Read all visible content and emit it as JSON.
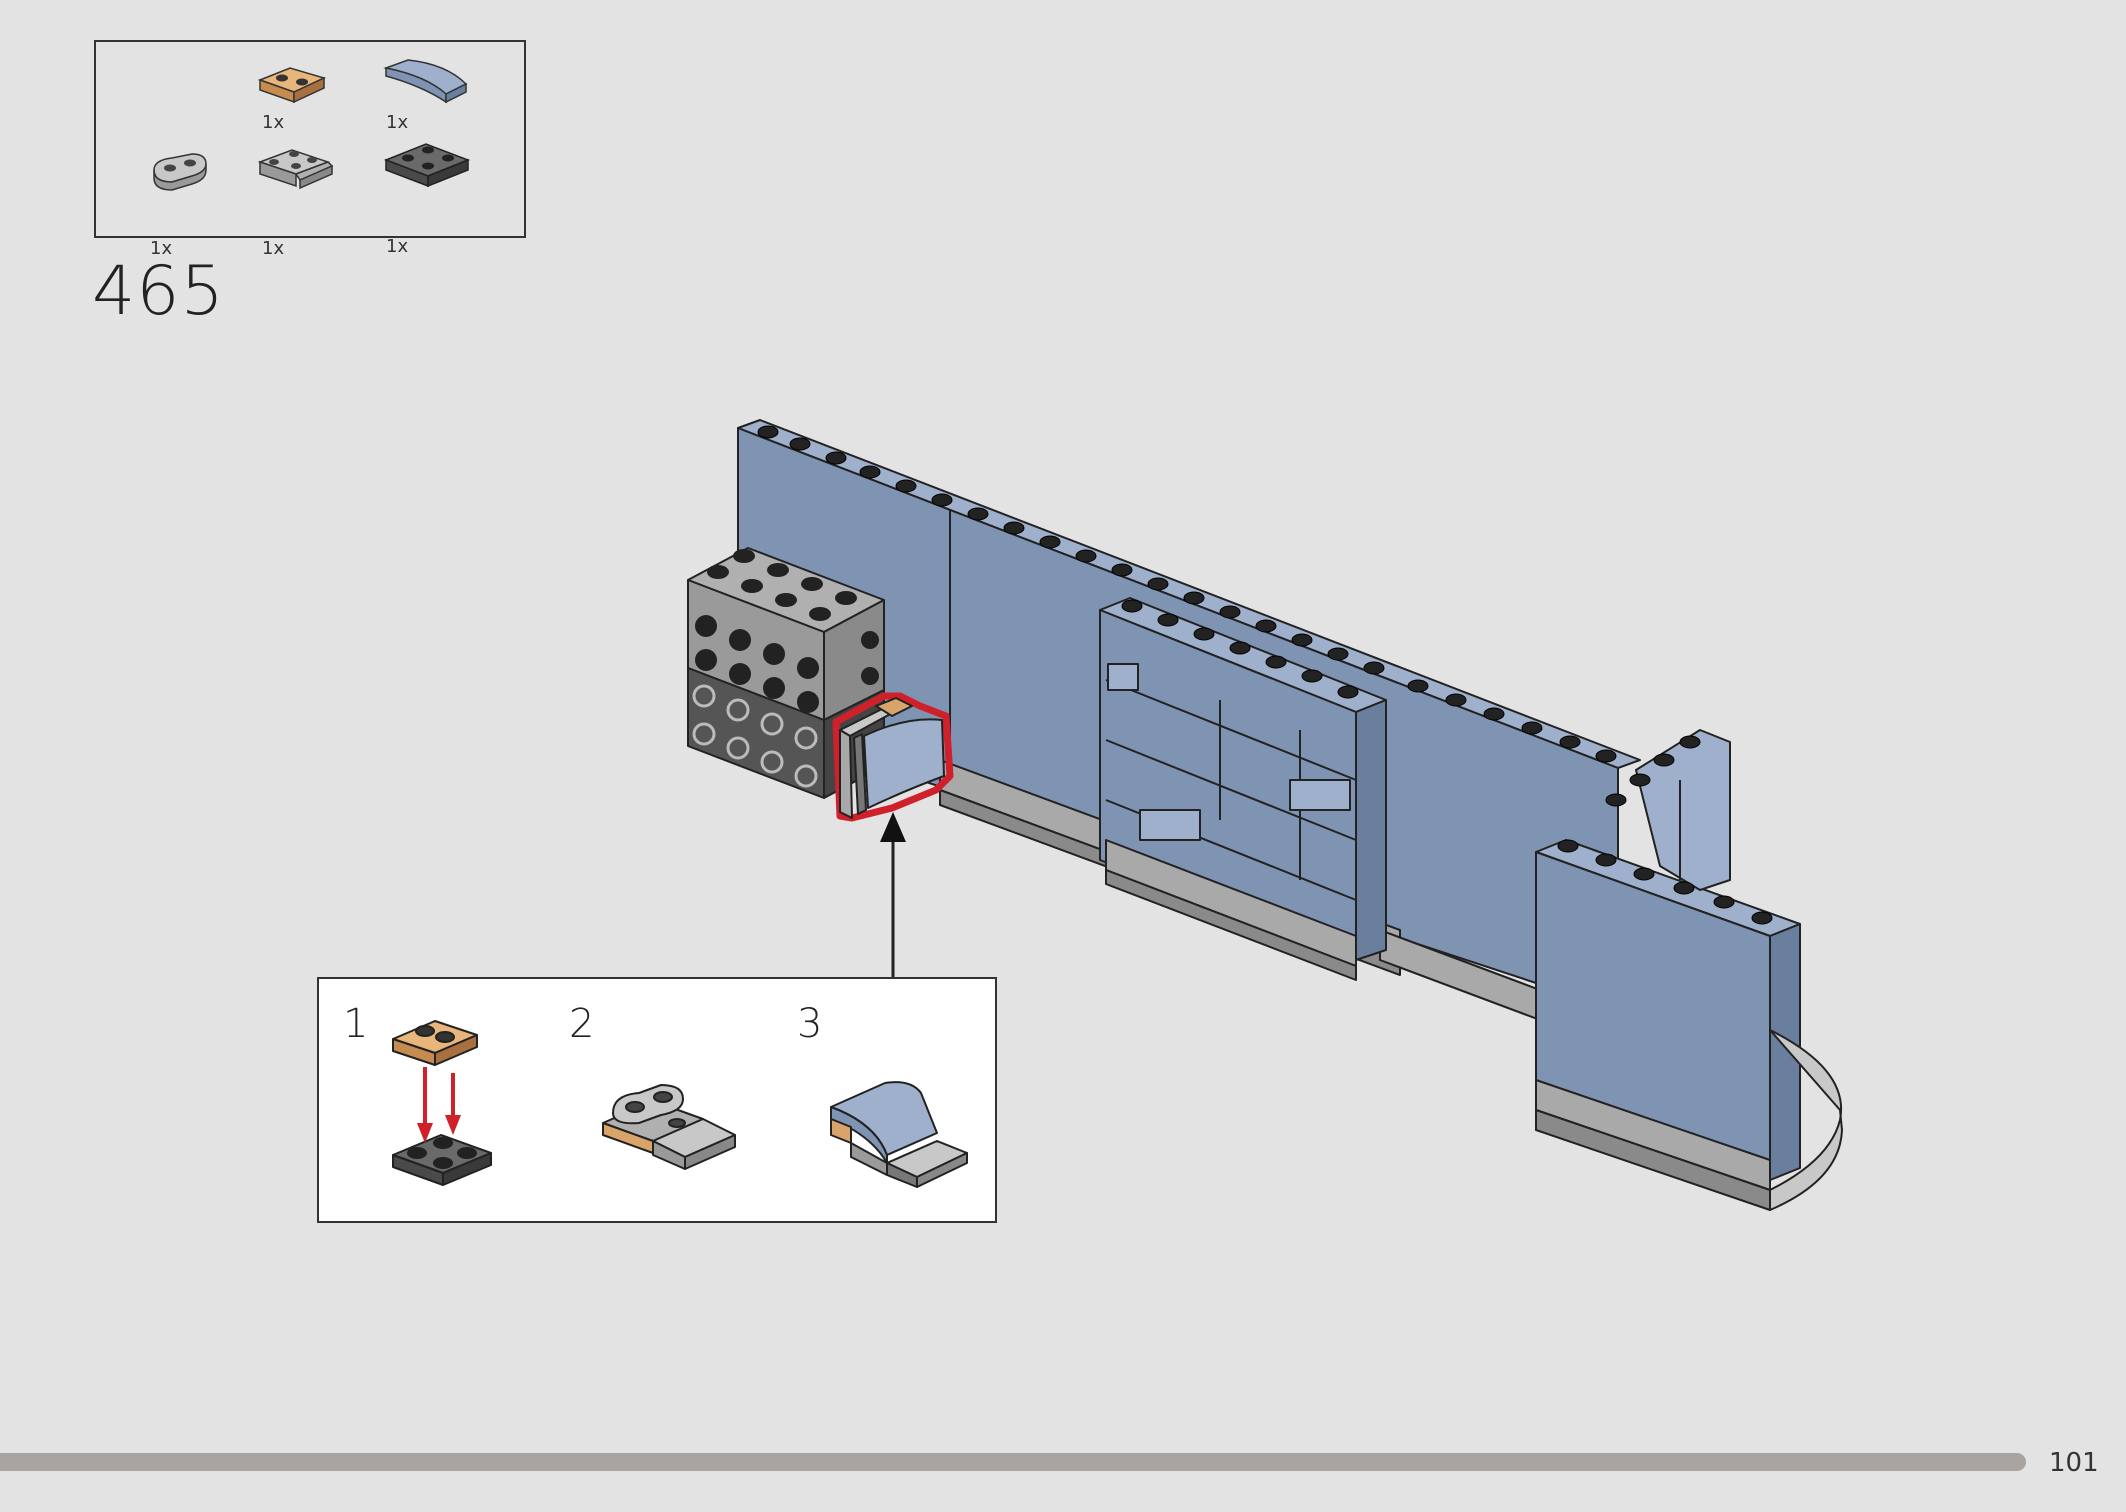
{
  "parts_list": {
    "items": [
      {
        "name": "tan-plate-1x2-icon",
        "qty": "1x"
      },
      {
        "name": "blue-curved-slope-icon",
        "qty": "1x"
      },
      {
        "name": "light-gray-round-plate-icon",
        "qty": "1x"
      },
      {
        "name": "light-gray-bracket-plate-icon",
        "qty": "1x"
      },
      {
        "name": "dark-gray-plate-2x2-icon",
        "qty": "1x"
      }
    ]
  },
  "step": {
    "number": "465"
  },
  "callout": {
    "substeps": [
      {
        "label": "1"
      },
      {
        "label": "2"
      },
      {
        "label": "3"
      }
    ]
  },
  "footer": {
    "page_number": "101"
  },
  "colors": {
    "background": "#e3e3e3",
    "sand_blue": "#7f93b3",
    "sand_blue_light": "#9fb0cd",
    "light_gray": "#a9a9a9",
    "dark_gray": "#555555",
    "tan": "#d9a46a",
    "highlight_red": "#d0202a",
    "progress_bar": "#a8a4a1"
  }
}
